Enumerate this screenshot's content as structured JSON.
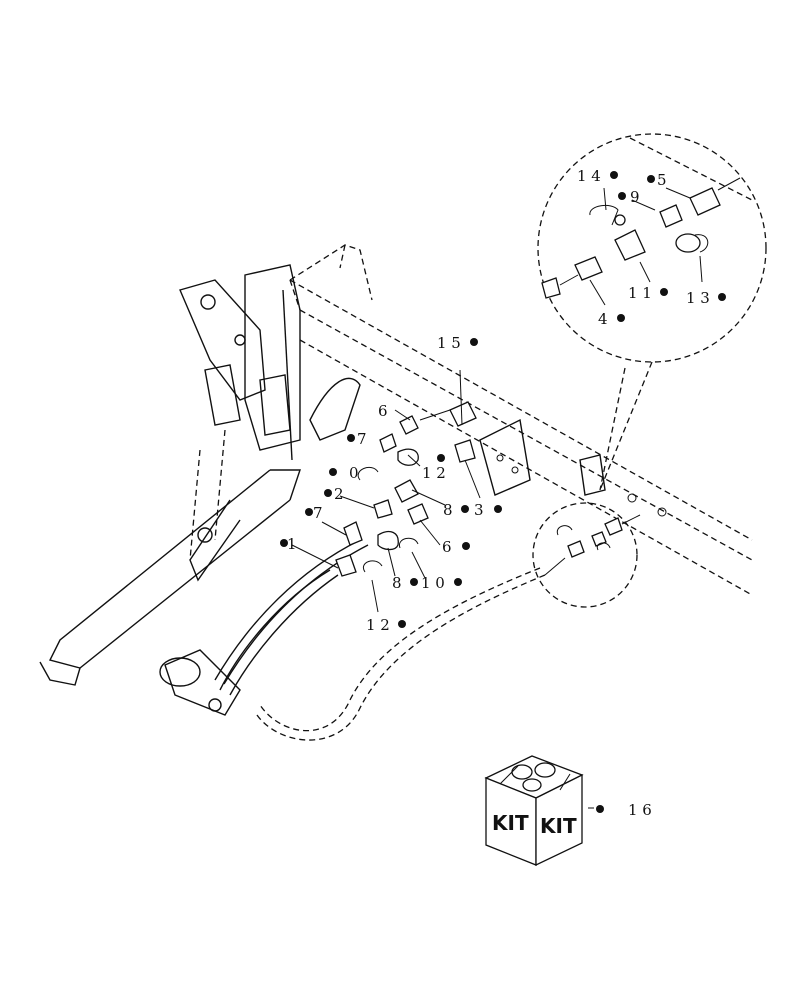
{
  "callouts": {
    "c14": "1 4",
    "c9": "9",
    "c5": "5",
    "c11": "1 1",
    "c13": "1 3",
    "c4": "4",
    "c15": "1 5",
    "c6a": "6",
    "c7a": "7",
    "c10a": "0",
    "c12a": "1 2",
    "c2": "2",
    "c8a": "8",
    "c3": "3",
    "c7b": "7",
    "c6b": "6",
    "c1": "1",
    "c8b": "8",
    "c10b": "1 0",
    "c12b": "1 2",
    "c16": "1 6"
  },
  "kit": {
    "label_left": "KIT",
    "label_right": "KIT"
  }
}
